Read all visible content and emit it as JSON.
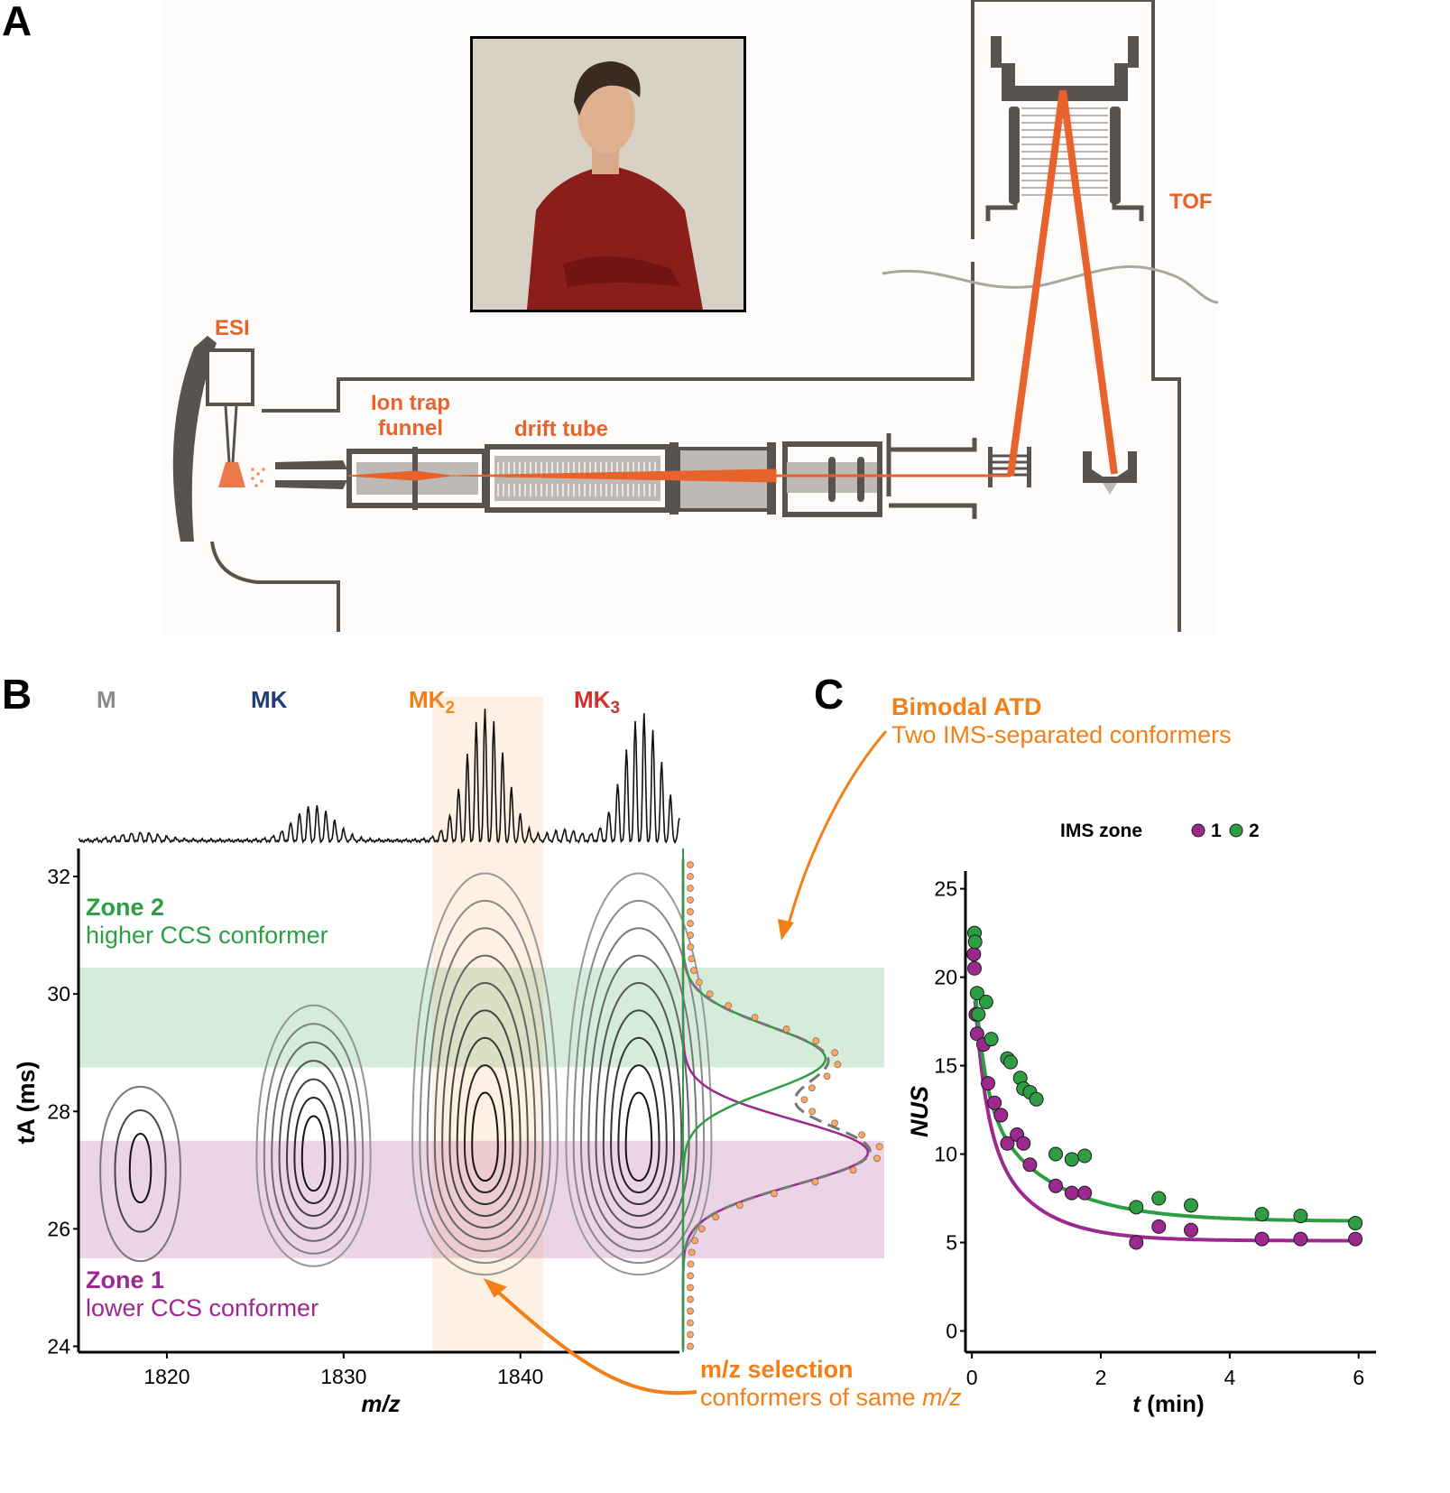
{
  "figure": {
    "panels": {
      "A": "A",
      "B": "B",
      "C": "C"
    }
  },
  "panel_a": {
    "labels": {
      "esi": "ESI",
      "ion_trap_line1": "Ion trap",
      "ion_trap_line2": "funnel",
      "drift_tube": "drift tube",
      "tof": "TOF"
    },
    "photo": {
      "description": "portrait-photo"
    },
    "colors": {
      "beam": "#e8632b",
      "instrument": "#58534f",
      "background": "#fdfcfa"
    }
  },
  "panel_b": {
    "peak_labels": [
      {
        "text": "M",
        "sub": "",
        "color": "#8a8a8a"
      },
      {
        "text": "MK",
        "sub": "",
        "color": "#1f3d7a"
      },
      {
        "text": "MK",
        "sub": "2",
        "color": "#f57f17"
      },
      {
        "text": "MK",
        "sub": "3",
        "color": "#d32f2f"
      }
    ],
    "zone2": {
      "title": "Zone 2",
      "subtitle": "higher CCS conformer",
      "color": "#2e9e44"
    },
    "zone1": {
      "title": "Zone 1",
      "subtitle": "lower CCS conformer",
      "color": "#9c2a8e"
    },
    "annotation_mz": {
      "title": "m/z selection",
      "subtitle_prefix": "conformers of same ",
      "subtitle_italic": "m/z"
    },
    "annotation_atd": {
      "title": "Bimodal ATD",
      "subtitle": "Two IMS-separated conformers"
    }
  },
  "chart_data": [
    {
      "type": "heatmap",
      "title": "",
      "xlabel": "m/z",
      "ylabel": "tA (ms)",
      "xlim": [
        1815,
        1849
      ],
      "ylim": [
        23.9,
        32.4
      ],
      "x_ticks": [
        "1820",
        "1830",
        "1840"
      ],
      "y_ticks": [
        "24",
        "26",
        "28",
        "30",
        "32"
      ],
      "contour_peaks": [
        {
          "label": "M",
          "mz": 1818.5,
          "tA": 27.0
        },
        {
          "label": "MK",
          "mz": 1828.3,
          "tA": 27.2
        },
        {
          "label": "MK2",
          "mz": 1838.0,
          "tA": 27.4
        },
        {
          "label": "MK3",
          "mz": 1846.7,
          "tA": 27.4
        }
      ],
      "bands": [
        {
          "name": "Zone 2",
          "tA_range": [
            28.75,
            30.45
          ],
          "color": "#2e9e44"
        },
        {
          "name": "Zone 1",
          "tA_range": [
            25.5,
            27.5
          ],
          "color": "#9c2a8e"
        },
        {
          "name": "m/z selection",
          "mz_range": [
            1835.0,
            1841.3
          ],
          "color": "#f9a55a"
        }
      ],
      "mass_spectrum": {
        "peaks": [
          {
            "label": "M",
            "mz": 1818.5,
            "rel_intensity": 0.06
          },
          {
            "label": "MK",
            "mz": 1828.3,
            "rel_intensity": 0.27
          },
          {
            "label": "MK2",
            "mz": 1838.0,
            "rel_intensity": 1.0
          },
          {
            "label": "MK3",
            "mz": 1846.9,
            "rel_intensity": 0.97
          }
        ]
      },
      "atd": {
        "components": [
          {
            "name": "zone 1",
            "center_tA": 27.3,
            "width_sd": 0.55,
            "amplitude": 1.0,
            "color": "#9c2a8e"
          },
          {
            "name": "zone 2",
            "center_tA": 28.9,
            "width_sd": 0.55,
            "amplitude": 0.77,
            "color": "#2e9e44"
          }
        ]
      }
    },
    {
      "type": "scatter",
      "title": "",
      "xlabel": "t (min)",
      "ylabel": "NUS",
      "xlim": [
        -0.1,
        6.2
      ],
      "ylim": [
        -1.2,
        26
      ],
      "x_ticks": [
        "0",
        "2",
        "4",
        "6"
      ],
      "y_ticks": [
        "0",
        "5",
        "10",
        "15",
        "20",
        "25"
      ],
      "legend": {
        "title": "IMS zone",
        "entries": [
          "1",
          "2"
        ],
        "placement": "top"
      },
      "series": [
        {
          "name": "1",
          "color": "#9c2a8e",
          "x": [
            0.03,
            0.04,
            0.06,
            0.08,
            0.18,
            0.25,
            0.35,
            0.45,
            0.55,
            0.7,
            0.8,
            0.9,
            1.3,
            1.55,
            1.75,
            2.55,
            2.9,
            3.4,
            4.5,
            5.1,
            5.95
          ],
          "y": [
            21.3,
            20.5,
            17.9,
            16.8,
            16.2,
            14.0,
            12.9,
            12.2,
            10.6,
            11.1,
            10.6,
            9.4,
            8.2,
            7.8,
            7.8,
            5.0,
            5.9,
            5.7,
            5.2,
            5.2,
            5.2
          ],
          "fit": {
            "model": "exponential decay",
            "y0": 21.5,
            "plateau": 5.1,
            "k": 1.35
          }
        },
        {
          "name": "2",
          "color": "#2e9e44",
          "x": [
            0.04,
            0.05,
            0.08,
            0.1,
            0.22,
            0.3,
            0.55,
            0.6,
            0.75,
            0.8,
            0.9,
            1.0,
            1.3,
            1.55,
            1.75,
            2.55,
            2.9,
            3.4,
            4.5,
            5.1,
            5.95
          ],
          "y": [
            22.5,
            22.0,
            19.1,
            17.9,
            18.6,
            16.5,
            15.4,
            15.2,
            14.3,
            13.7,
            13.5,
            13.1,
            10.0,
            9.7,
            9.9,
            7.0,
            7.5,
            7.1,
            6.6,
            6.5,
            6.1
          ],
          "fit": {
            "model": "exponential decay",
            "y0": 22.0,
            "plateau": 6.2,
            "k": 0.95
          }
        }
      ]
    }
  ]
}
